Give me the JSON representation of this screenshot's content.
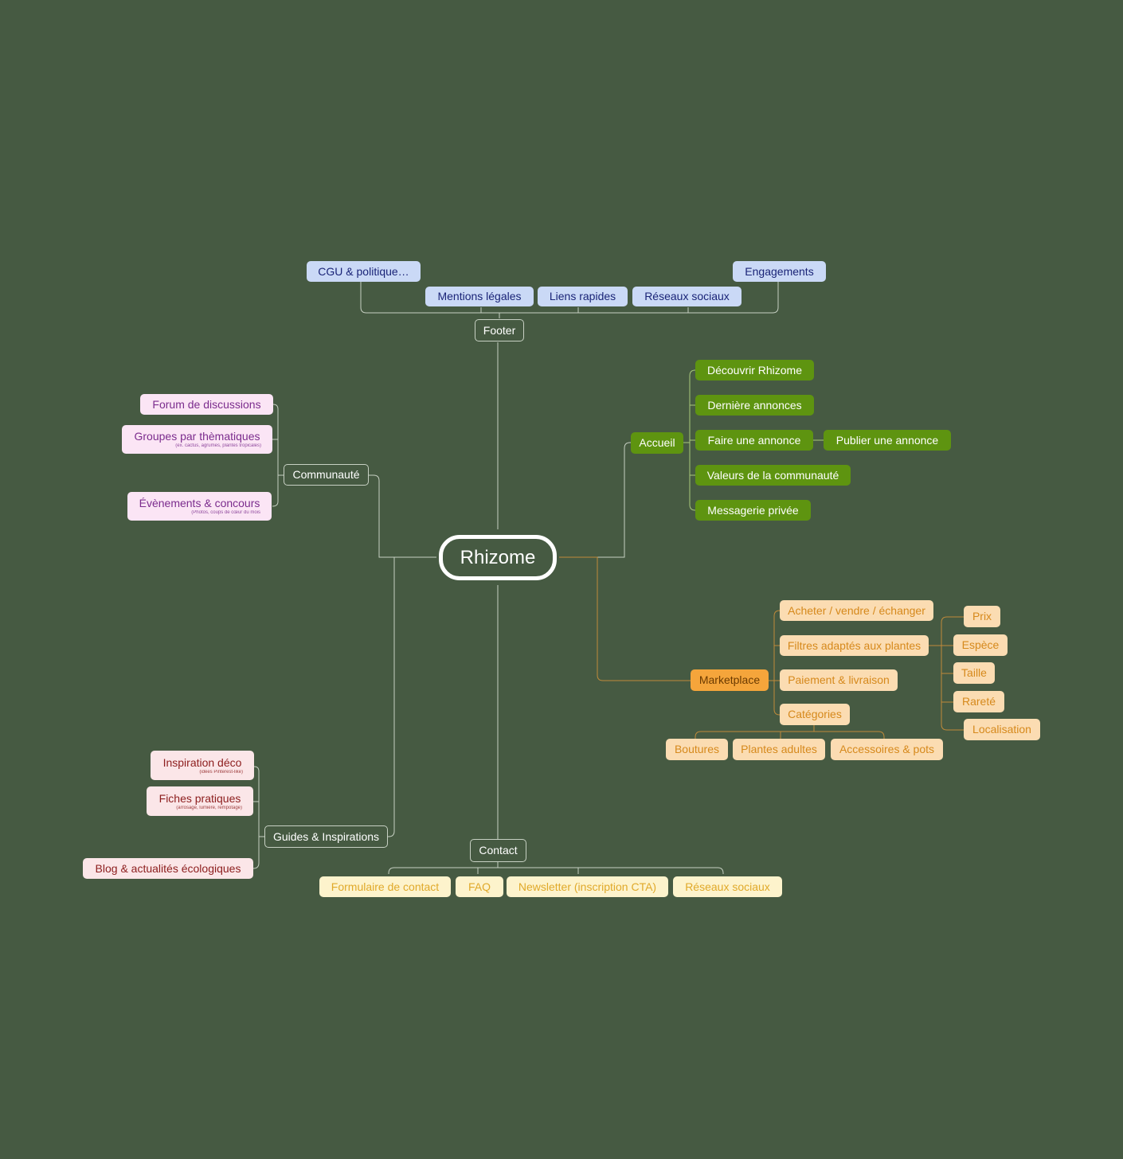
{
  "root": "Rhizome",
  "footer": {
    "label": "Footer",
    "children": [
      "CGU & politique…",
      "Mentions légales",
      "Liens rapides",
      "Réseaux sociaux",
      "Engagements"
    ]
  },
  "accueil": {
    "label": "Accueil",
    "children": [
      "Découvrir Rhizome",
      "Dernière annonces",
      "Faire une annonce",
      "Valeurs de la communauté",
      "Messagerie privée"
    ],
    "faire_child": "Publier une annonce"
  },
  "communaute": {
    "label": "Communauté",
    "children": [
      {
        "label": "Forum de discussions",
        "note": ""
      },
      {
        "label": "Groupes par thèmatiques",
        "note": "(ex. cactus, agrumes, plantes tropicales)"
      },
      {
        "label": "Évènements & concours",
        "note": "(Photos, coups de cœur du mois"
      }
    ]
  },
  "marketplace": {
    "label": "Marketplace",
    "children": [
      "Acheter / vendre / échanger",
      "Filtres adaptés aux plantes",
      "Paiement & livraison",
      "Catégories"
    ],
    "filtres": [
      "Prix",
      "Espèce",
      "Taille",
      "Rareté",
      "Localisation"
    ],
    "categories": [
      "Boutures",
      "Plantes adultes",
      "Accessoires & pots"
    ]
  },
  "guides": {
    "label": "Guides & Inspirations",
    "children": [
      {
        "label": "Inspiration déco",
        "note": "(idées Pinterest-like)"
      },
      {
        "label": "Fiches pratiques",
        "note": "(arrosage, lumière, rempotage)"
      },
      {
        "label": "Blog & actualités écologiques",
        "note": ""
      }
    ]
  },
  "contact": {
    "label": "Contact",
    "children": [
      "Formulaire de contact",
      "FAQ",
      "Newsletter (inscription CTA)",
      "Réseaux sociaux"
    ]
  },
  "colors": {
    "background": "#465a42",
    "footer_nodes": "#cad9f6",
    "accueil_nodes": "#5e9410",
    "marketplace_hub": "#f5a53b",
    "marketplace_nodes": "#fbdcb2",
    "communaute_nodes": "#fbe5f5",
    "guides_nodes": "#fbe6e8",
    "contact_nodes": "#fdf3cc"
  }
}
